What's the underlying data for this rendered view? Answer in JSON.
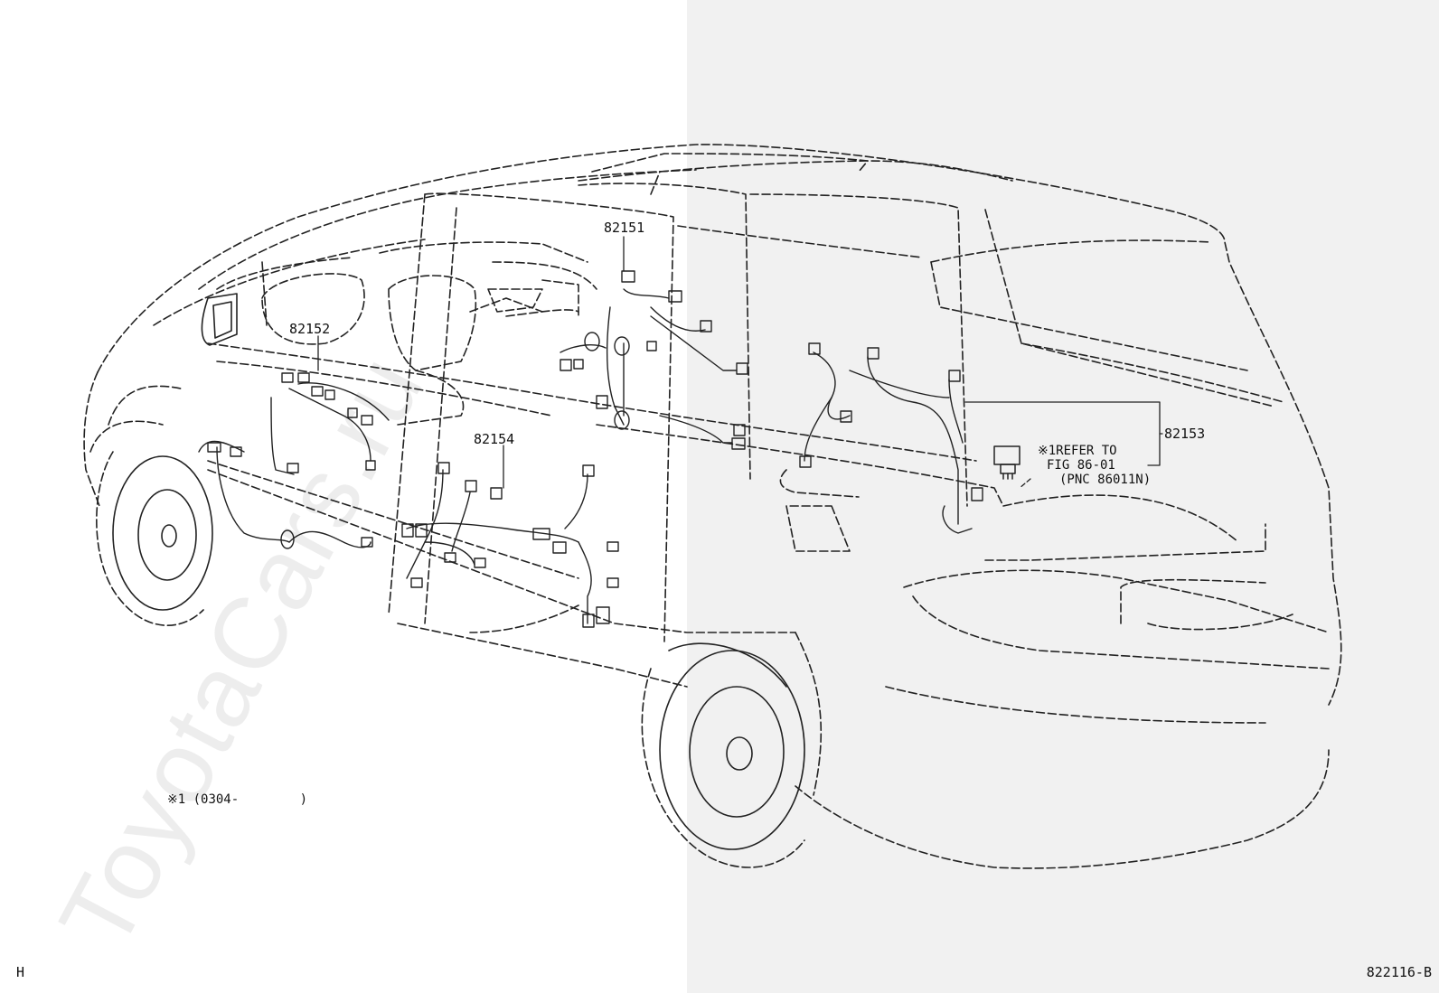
{
  "watermark": "ToyotaCars.ru",
  "part_numbers": {
    "p82151": "82151",
    "p82152": "82152",
    "p82153": "82153",
    "p82154": "82154"
  },
  "refer_note": {
    "line1": "※1REFER TO",
    "line2": "FIG 86-01",
    "line3": "(PNC 86011N)"
  },
  "footnote": "※1 (0304-        )",
  "corner_left": "H",
  "corner_right": "822116-B"
}
